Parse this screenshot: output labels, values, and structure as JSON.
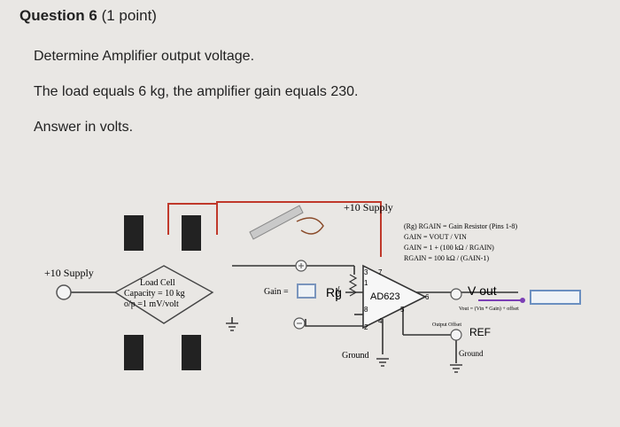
{
  "question": {
    "title_bold": "Question 6",
    "title_points": "(1 point)",
    "prompt": "Determine Amplifier output voltage.",
    "given": "The load equals 6 kg, the amplifier gain equals 230.",
    "instruction": "Answer in volts."
  },
  "diagram": {
    "supply_top": "+10 Supply",
    "supply_left": "+10 Supply",
    "load_cell_title": "Load Cell",
    "load_cell_capacity": "Capacity = 10 kg",
    "load_cell_output": "o/p =1 mV/volt",
    "gain_label": "Gain =",
    "rg_label": "Rg",
    "amp_name": "AD623",
    "pin_3": "3",
    "pin_7": "7",
    "pin_1": "1",
    "pin_8": "8",
    "pin_2": "2",
    "pin_4": "4",
    "pin_6": "6",
    "pin_5": "5",
    "ground_amp": "Ground",
    "ground_ref": "Ground",
    "ref_label": "REF",
    "vout_label": "V out",
    "vout_formula": "Vout = (Vin * Gain) + offset",
    "output_offset": "Output Offset",
    "notes": [
      "(Rg) RGAIN = Gain Resistor (Pins 1-8)",
      "GAIN = VOUT / VIN",
      "GAIN = 1 + (100 kΩ / RGAIN)",
      "RGAIN = 100 kΩ / (GAIN-1)"
    ]
  },
  "colors": {
    "wire_red": "#c0392b",
    "wire_dark": "#333333",
    "accent_purple": "#7b3fb5",
    "answer_border": "#6b8fc0"
  }
}
